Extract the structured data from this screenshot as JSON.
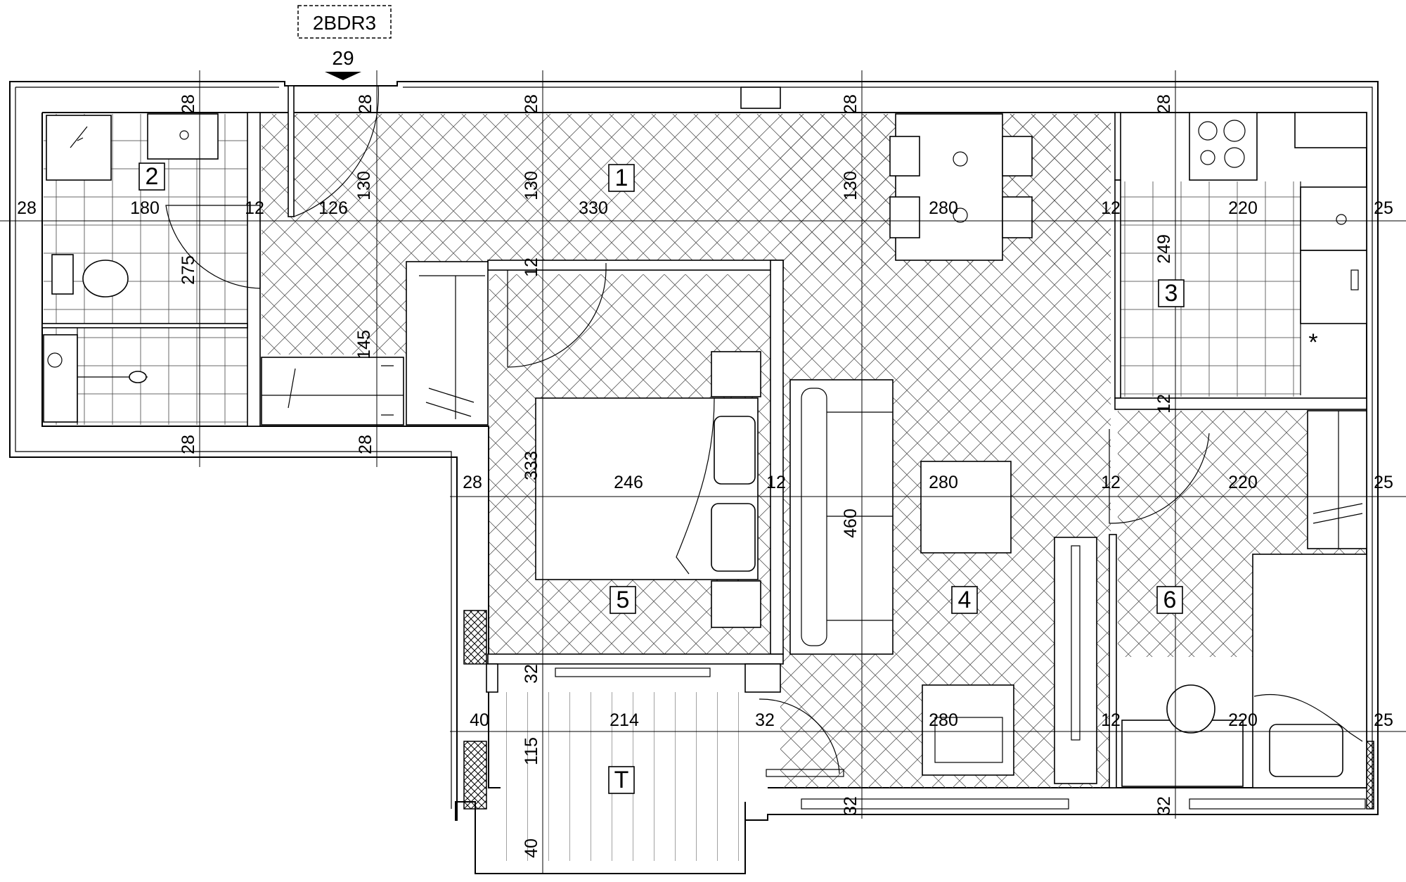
{
  "plan": {
    "unit_tag": "2BDR3",
    "level": "29",
    "rooms": [
      {
        "id": "r1",
        "number": "1"
      },
      {
        "id": "r2",
        "number": "2"
      },
      {
        "id": "r3",
        "number": "3"
      },
      {
        "id": "r4",
        "number": "4"
      },
      {
        "id": "r5",
        "number": "5"
      },
      {
        "id": "r6",
        "number": "6"
      },
      {
        "id": "rt",
        "number": "T"
      }
    ],
    "dimensions": [
      {
        "id": "d-top-28-a",
        "text": "28"
      },
      {
        "id": "d-top-28-b",
        "text": "28"
      },
      {
        "id": "d-top-28-c",
        "text": "28"
      },
      {
        "id": "d-top-28-d",
        "text": "28"
      },
      {
        "id": "d-top-28-e",
        "text": "28"
      },
      {
        "id": "d-left-28",
        "text": "28"
      },
      {
        "id": "d-180",
        "text": "180"
      },
      {
        "id": "d-12-a",
        "text": "12"
      },
      {
        "id": "d-126",
        "text": "126"
      },
      {
        "id": "d-130-a",
        "text": "130"
      },
      {
        "id": "d-130-b",
        "text": "130"
      },
      {
        "id": "d-330",
        "text": "330"
      },
      {
        "id": "d-130-c",
        "text": "130"
      },
      {
        "id": "d-280-a",
        "text": "280"
      },
      {
        "id": "d-12-b",
        "text": "12"
      },
      {
        "id": "d-220-a",
        "text": "220"
      },
      {
        "id": "d-25-a",
        "text": "25"
      },
      {
        "id": "d-249",
        "text": "249"
      },
      {
        "id": "d-275",
        "text": "275"
      },
      {
        "id": "d-12-c",
        "text": "12"
      },
      {
        "id": "d-145",
        "text": "145"
      },
      {
        "id": "d-12-d",
        "text": "12"
      },
      {
        "id": "d-28-bl-a",
        "text": "28"
      },
      {
        "id": "d-28-bl-b",
        "text": "28"
      },
      {
        "id": "d-28-mid",
        "text": "28"
      },
      {
        "id": "d-333",
        "text": "333"
      },
      {
        "id": "d-246",
        "text": "246"
      },
      {
        "id": "d-12-e",
        "text": "12"
      },
      {
        "id": "d-460",
        "text": "460"
      },
      {
        "id": "d-280-b",
        "text": "280"
      },
      {
        "id": "d-12-f",
        "text": "12"
      },
      {
        "id": "d-220-b",
        "text": "220"
      },
      {
        "id": "d-25-b",
        "text": "25"
      },
      {
        "id": "d-32-a",
        "text": "32"
      },
      {
        "id": "d-40-a",
        "text": "40"
      },
      {
        "id": "d-214",
        "text": "214"
      },
      {
        "id": "d-32-b",
        "text": "32"
      },
      {
        "id": "d-280-c",
        "text": "280"
      },
      {
        "id": "d-12-g",
        "text": "12"
      },
      {
        "id": "d-220-c",
        "text": "220"
      },
      {
        "id": "d-25-c",
        "text": "25"
      },
      {
        "id": "d-115",
        "text": "115"
      },
      {
        "id": "d-32-c",
        "text": "32"
      },
      {
        "id": "d-32-d",
        "text": "32"
      },
      {
        "id": "d-40-b",
        "text": "40"
      }
    ],
    "asterisk": "*"
  }
}
